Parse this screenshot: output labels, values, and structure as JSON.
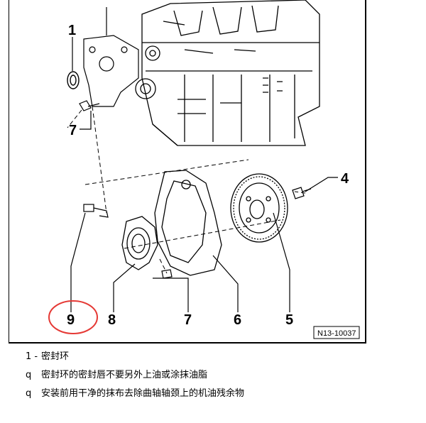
{
  "figure": {
    "code": "N13-10037",
    "callouts": {
      "c1": "1",
      "c4": "4",
      "c5": "5",
      "c6": "6",
      "c7a": "7",
      "c7b": "7",
      "c8": "8",
      "c9": "9"
    },
    "highlight_color": "#e53935"
  },
  "legend": [
    {
      "marker": "1 -",
      "text": "密封环"
    },
    {
      "marker": "q",
      "text": "密封环的密封唇不要另外上油或涂抹油脂"
    },
    {
      "marker": "q",
      "text": "安装前用干净的抹布去除曲轴轴颈上的机油残余物"
    }
  ]
}
